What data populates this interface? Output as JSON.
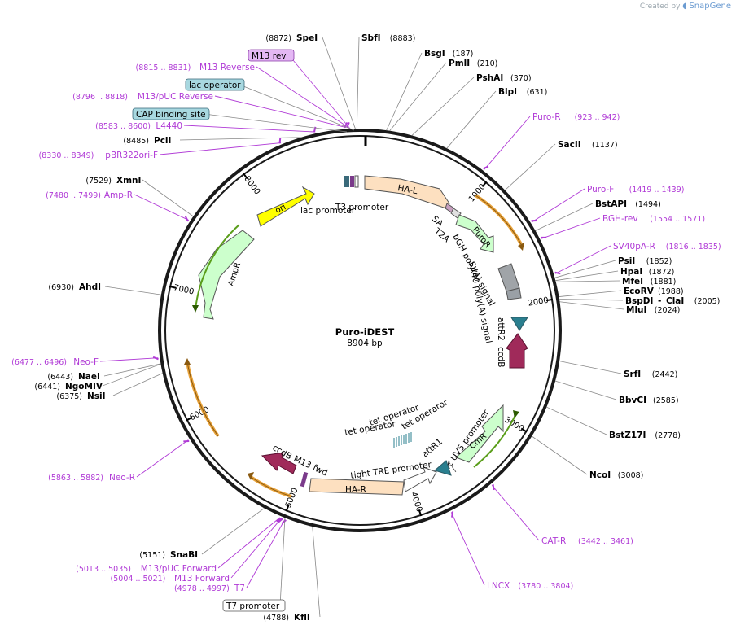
{
  "watermark": {
    "created_by": "Created by",
    "brand": "SnapGene"
  },
  "plasmid": {
    "name": "Puro-iDEST",
    "size_label": "8904 bp",
    "length": 8904
  },
  "ticks": [
    1000,
    2000,
    3000,
    4000,
    5000,
    6000,
    7000,
    8000
  ],
  "enzymes": [
    {
      "name": "SpeI",
      "pos": 8872,
      "num": "(8872)"
    },
    {
      "name": "SbfI",
      "pos": 8883,
      "num": "(8883)"
    },
    {
      "name": "BsgI",
      "pos": 187,
      "num": "(187)"
    },
    {
      "name": "PmlI",
      "pos": 210,
      "num": "(210)"
    },
    {
      "name": "PshAI",
      "pos": 370,
      "num": "(370)"
    },
    {
      "name": "BlpI",
      "pos": 631,
      "num": "(631)"
    },
    {
      "name": "SacII",
      "pos": 1137,
      "num": "(1137)"
    },
    {
      "name": "BstAPI",
      "pos": 1494,
      "num": "(1494)"
    },
    {
      "name": "PsiI",
      "pos": 1852,
      "num": "(1852)"
    },
    {
      "name": "HpaI",
      "pos": 1872,
      "num": "(1872)"
    },
    {
      "name": "MfeI",
      "pos": 1881,
      "num": "(1881)"
    },
    {
      "name": "EcoRV",
      "pos": 1988,
      "num": "(1988)"
    },
    {
      "name": "BspDI",
      "name2": "ClaI",
      "pos": 2005,
      "num": "(2005)"
    },
    {
      "name": "MluI",
      "pos": 2024,
      "num": "(2024)"
    },
    {
      "name": "SrfI",
      "pos": 2442,
      "num": "(2442)"
    },
    {
      "name": "BbvCI",
      "pos": 2585,
      "num": "(2585)"
    },
    {
      "name": "BstZ17I",
      "pos": 2778,
      "num": "(2778)"
    },
    {
      "name": "NcoI",
      "pos": 3008,
      "num": "(3008)"
    },
    {
      "name": "KflI",
      "pos": 4788,
      "num": "(4788)"
    },
    {
      "name": "SnaBI",
      "pos": 5151,
      "num": "(5151)"
    },
    {
      "name": "NsiI",
      "pos": 6375,
      "num": "(6375)"
    },
    {
      "name": "NgoMIV",
      "pos": 6441,
      "num": "(6441)"
    },
    {
      "name": "NaeI",
      "pos": 6443,
      "num": "(6443)"
    },
    {
      "name": "AhdI",
      "pos": 6930,
      "num": "(6930)"
    },
    {
      "name": "XmnI",
      "pos": 7529,
      "num": "(7529)"
    },
    {
      "name": "PciI",
      "pos": 8485,
      "num": "(8485)"
    }
  ],
  "primers": [
    {
      "name": "M13 Reverse",
      "range": "(8815 .. 8831)",
      "start": 8815,
      "end": 8831
    },
    {
      "name": "M13/pUC Reverse",
      "range": "(8796 .. 8818)",
      "start": 8796,
      "end": 8818
    },
    {
      "name": "L4440",
      "range": "(8583 .. 8600)",
      "start": 8583,
      "end": 8600
    },
    {
      "name": "pBR322ori-F",
      "range": "(8330 .. 8349)",
      "start": 8330,
      "end": 8349
    },
    {
      "name": "Puro-R",
      "range": "(923 .. 942)",
      "start": 923,
      "end": 942
    },
    {
      "name": "Puro-F",
      "range": "(1419 .. 1439)",
      "start": 1419,
      "end": 1439
    },
    {
      "name": "BGH-rev",
      "range": "(1554 .. 1571)",
      "start": 1554,
      "end": 1571
    },
    {
      "name": "SV40pA-R",
      "range": "(1816 .. 1835)",
      "start": 1816,
      "end": 1835
    },
    {
      "name": "CAT-R",
      "range": "(3442 .. 3461)",
      "start": 3442,
      "end": 3461
    },
    {
      "name": "LNCX",
      "range": "(3780 .. 3804)",
      "start": 3780,
      "end": 3804
    },
    {
      "name": "M13/pUC Forward",
      "range": "(5013 .. 5035)",
      "start": 5013,
      "end": 5035
    },
    {
      "name": "M13 Forward",
      "range": "(5004 .. 5021)",
      "start": 5004,
      "end": 5021
    },
    {
      "name": "T7",
      "range": "(4978 .. 4997)",
      "start": 4978,
      "end": 4997
    },
    {
      "name": "Neo-R",
      "range": "(5863 .. 5882)",
      "start": 5863,
      "end": 5882
    },
    {
      "name": "Neo-F",
      "range": "(6477 .. 6496)",
      "start": 6477,
      "end": 6496
    },
    {
      "name": "Amp-R",
      "range": "(7480 .. 7499)",
      "start": 7480,
      "end": 7499
    }
  ],
  "boxed_labels": [
    {
      "text": "M13 rev",
      "style": "primerbox"
    },
    {
      "text": "lac operator",
      "style": "operator"
    },
    {
      "text": "CAP binding site",
      "style": "operator"
    },
    {
      "text": "T7 promoter",
      "style": "white"
    }
  ],
  "features": {
    "ori": "ori",
    "ampr": "AmpR",
    "lac_promoter": "lac promoter",
    "t3_promoter": "T3 promoter",
    "ha_l": "HA-L",
    "sa": "SA",
    "t2a": "T2A",
    "puror": "PuroR",
    "bgh": "bGH poly(A) signal",
    "sv40": "SV40 poly(A) signal",
    "attr2": "attR2",
    "ccdb1": "ccdB",
    "cmr": "CmR",
    "lac_uv5": "lac UV5 promoter",
    "attr1": "attR1",
    "tight_tre": "tight TRE promoter",
    "ha_r": "HA-R",
    "tet_op1": "tet operator",
    "tet_op2": "tet operator",
    "tet_op3": "tet operator",
    "ccdb2": "ccdB",
    "m13_fwd": "M13 fwd"
  },
  "colors": {
    "primer": "#b03ad6",
    "ori": "#ffff00",
    "resistance": "#ccffcc",
    "orange_line": "#e8a23a",
    "green_line": "#5a9e1a",
    "ha": "#fde0c0",
    "ccdb": "#a02a5a",
    "attr": "#2a7f8f",
    "polyA": "#a0a4a8",
    "operator_box": "#a8d8e0",
    "primer_box": "#e4b8f4"
  }
}
